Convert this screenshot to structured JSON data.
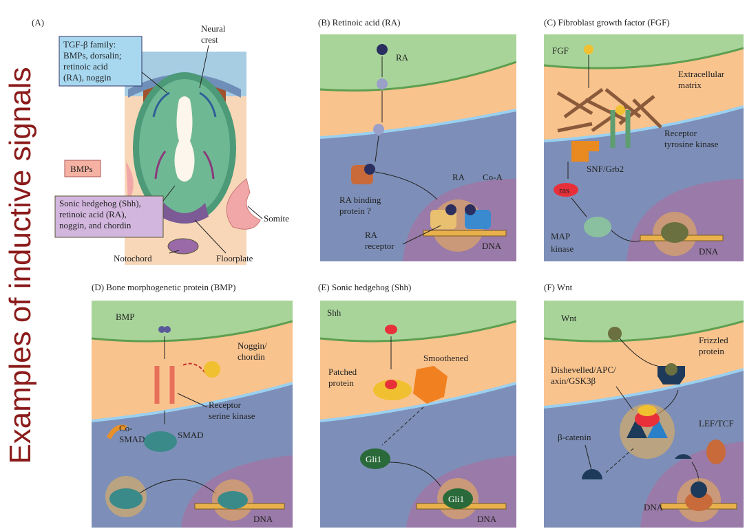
{
  "side_title": "Examples of inductive signals",
  "panels": {
    "A": {
      "label": "(A)",
      "tgf_box": [
        "TGF-β family:",
        "BMPs, dorsalin;",
        "retinoic acid",
        "(RA), noggin"
      ],
      "neural_crest": [
        "Neural",
        "crest"
      ],
      "bmps_box": "BMPs",
      "shh_box": [
        "Sonic hedgehog (Shh),",
        "retinoic acid (RA),",
        "noggin, and chordin"
      ],
      "somite": "Somite",
      "notochord": "Notochord",
      "floorplate": "Floorplate"
    },
    "B": {
      "label": "(B)  Retinoic acid (RA)",
      "ra": "RA",
      "ra2": "RA",
      "coa": "Co-A",
      "binding": [
        "RA binding",
        "protein ?"
      ],
      "receptor": [
        "RA",
        "receptor"
      ],
      "dna": "DNA"
    },
    "C": {
      "label": "(C)  Fibroblast growth factor (FGF)",
      "fgf": "FGF",
      "matrix": [
        "Extracellular",
        "matrix"
      ],
      "receptor": [
        "Receptor",
        "tyrosine kinase"
      ],
      "snf": "SNF/Grb2",
      "ras": "ras",
      "map": [
        "MAP",
        "kinase"
      ],
      "dna": "DNA"
    },
    "D": {
      "label": "(D)  Bone morphogenetic protein (BMP)",
      "bmp": "BMP",
      "noggin": [
        "Noggin/",
        "chordin"
      ],
      "receptor": [
        "Receptor",
        "serine kinase"
      ],
      "cosmad": [
        "Co-",
        "SMAD"
      ],
      "smad": "SMAD",
      "dna": "DNA"
    },
    "E": {
      "label": "(E)  Sonic hedgehog (Shh)",
      "shh": "Shh",
      "smoothened": "Smoothened",
      "patched": [
        "Patched",
        "protein"
      ],
      "gli1": "Gli1",
      "gli1b": "Gli1",
      "dna": "DNA"
    },
    "F": {
      "label": "(F)  Wnt",
      "wnt": "Wnt",
      "frizzled": [
        "Frizzled",
        "protein"
      ],
      "dishevelled": [
        "Dishevelled/APC/",
        "axin/GSK3β"
      ],
      "lef": "LEF/TCF",
      "catenin": "β-catenin",
      "dna": "DNA"
    }
  },
  "colors": {
    "title": "#8b1a1a",
    "green_membrane": "#9ccc8f",
    "extracellular": "#f7c58f",
    "cytoplasm": "#7d8fb8",
    "nucleus": "#9a7aa8",
    "dna": "#e8b14c"
  }
}
